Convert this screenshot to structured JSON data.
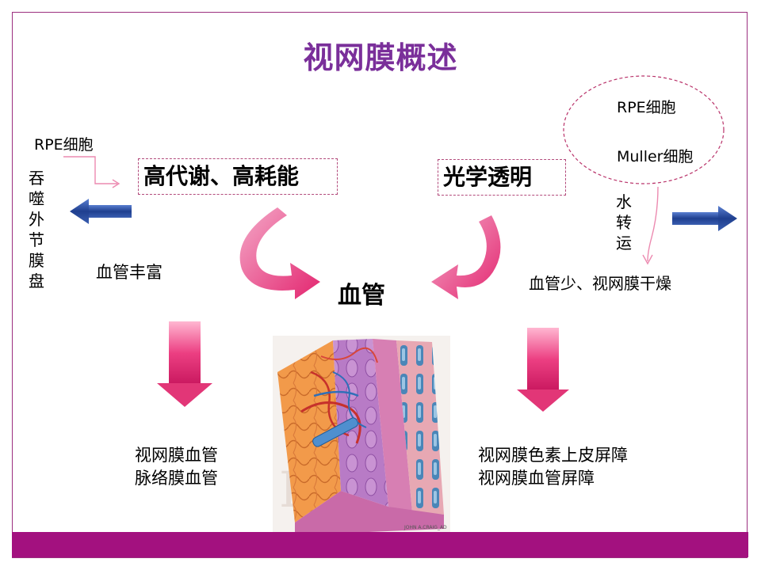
{
  "title": "视网膜概述",
  "left": {
    "rpe_label": "RPE细胞",
    "box_label": "高代谢、高耗能",
    "vertical_text": "吞噬外节膜盘",
    "vessel_rich": "血管丰富",
    "result_lines": [
      "视网膜血管",
      "脉络膜血管"
    ]
  },
  "center": {
    "label": "血管",
    "illustration_signature": "JOHN A.CRAIG_AD"
  },
  "right": {
    "ellipse_items": [
      "RPE细胞",
      "Muller细胞"
    ],
    "box_label": "光学透明",
    "vertical_text": "水转运",
    "vessel_few": "血管少、视网膜干燥",
    "result_lines": [
      "视网膜色素上皮屏障",
      "视网膜血管屏障"
    ]
  },
  "colors": {
    "title": "#7a2f9a",
    "frame": "#9b2f7f",
    "bottom_bar": "#a3117f",
    "pink_arrow": "#e8317a",
    "blue_arrow": "#1f3f8f"
  }
}
